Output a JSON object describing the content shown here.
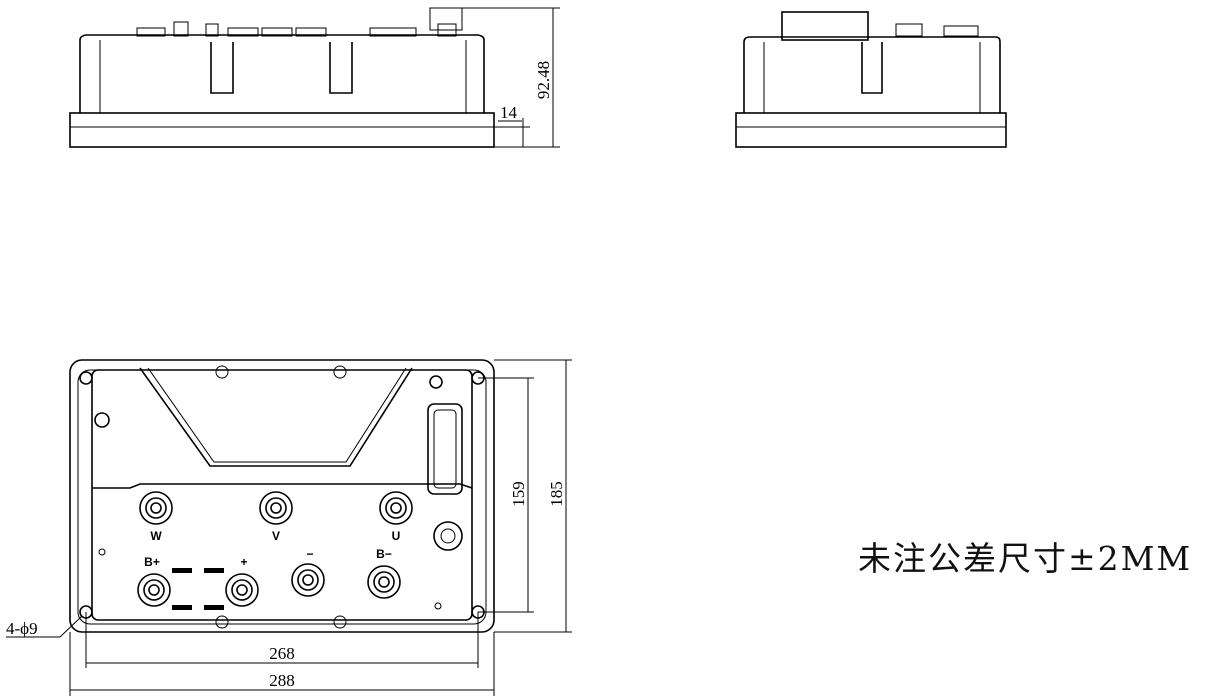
{
  "dimensions": {
    "side_height": "92.48",
    "flange_thickness": "14",
    "inner_height": "159",
    "outer_height": "185",
    "inner_width": "268",
    "outer_width": "288",
    "hole_callout": "4-ϕ9"
  },
  "terminal_labels": {
    "w": "W",
    "v": "V",
    "u": "U",
    "b_plus": "B+",
    "plus": "+",
    "minus": "−",
    "b_minus": "B−"
  },
  "note": "未注公差尺寸±2MM"
}
